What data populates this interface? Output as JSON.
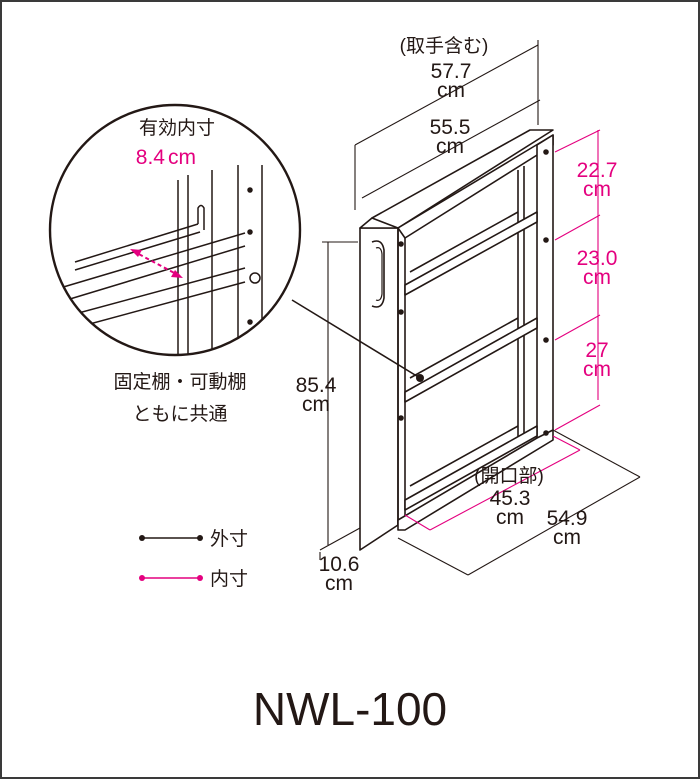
{
  "colors": {
    "outer_dimension": "#231815",
    "inner_dimension": "#e4007f"
  },
  "diagram": {
    "model_name": "NWL-100",
    "width_note": "(取手含む)",
    "width_with_handle_value": "57.7",
    "width_with_handle_unit": "cm",
    "width_value": "55.5",
    "width_unit": "cm",
    "height_value": "85.4",
    "height_unit": "cm",
    "depth_value": "10.6",
    "depth_unit": "cm",
    "opening_note": "(開口部)",
    "opening_width_value": "45.3",
    "opening_width_unit": "cm",
    "base_width_value": "54.9",
    "base_width_unit": "cm",
    "shelf_heights": [
      {
        "value": "22.7",
        "unit": "cm"
      },
      {
        "value": "23.0",
        "unit": "cm"
      },
      {
        "value": "27",
        "unit": "cm"
      }
    ],
    "detail": {
      "title": "有効内寸",
      "value": "8.4",
      "unit": "cm",
      "caption_line1": "固定棚・可動棚",
      "caption_line2": "ともに共通"
    },
    "legend": [
      {
        "label": "外寸",
        "color": "#231815"
      },
      {
        "label": "内寸",
        "color": "#e4007f"
      }
    ]
  }
}
